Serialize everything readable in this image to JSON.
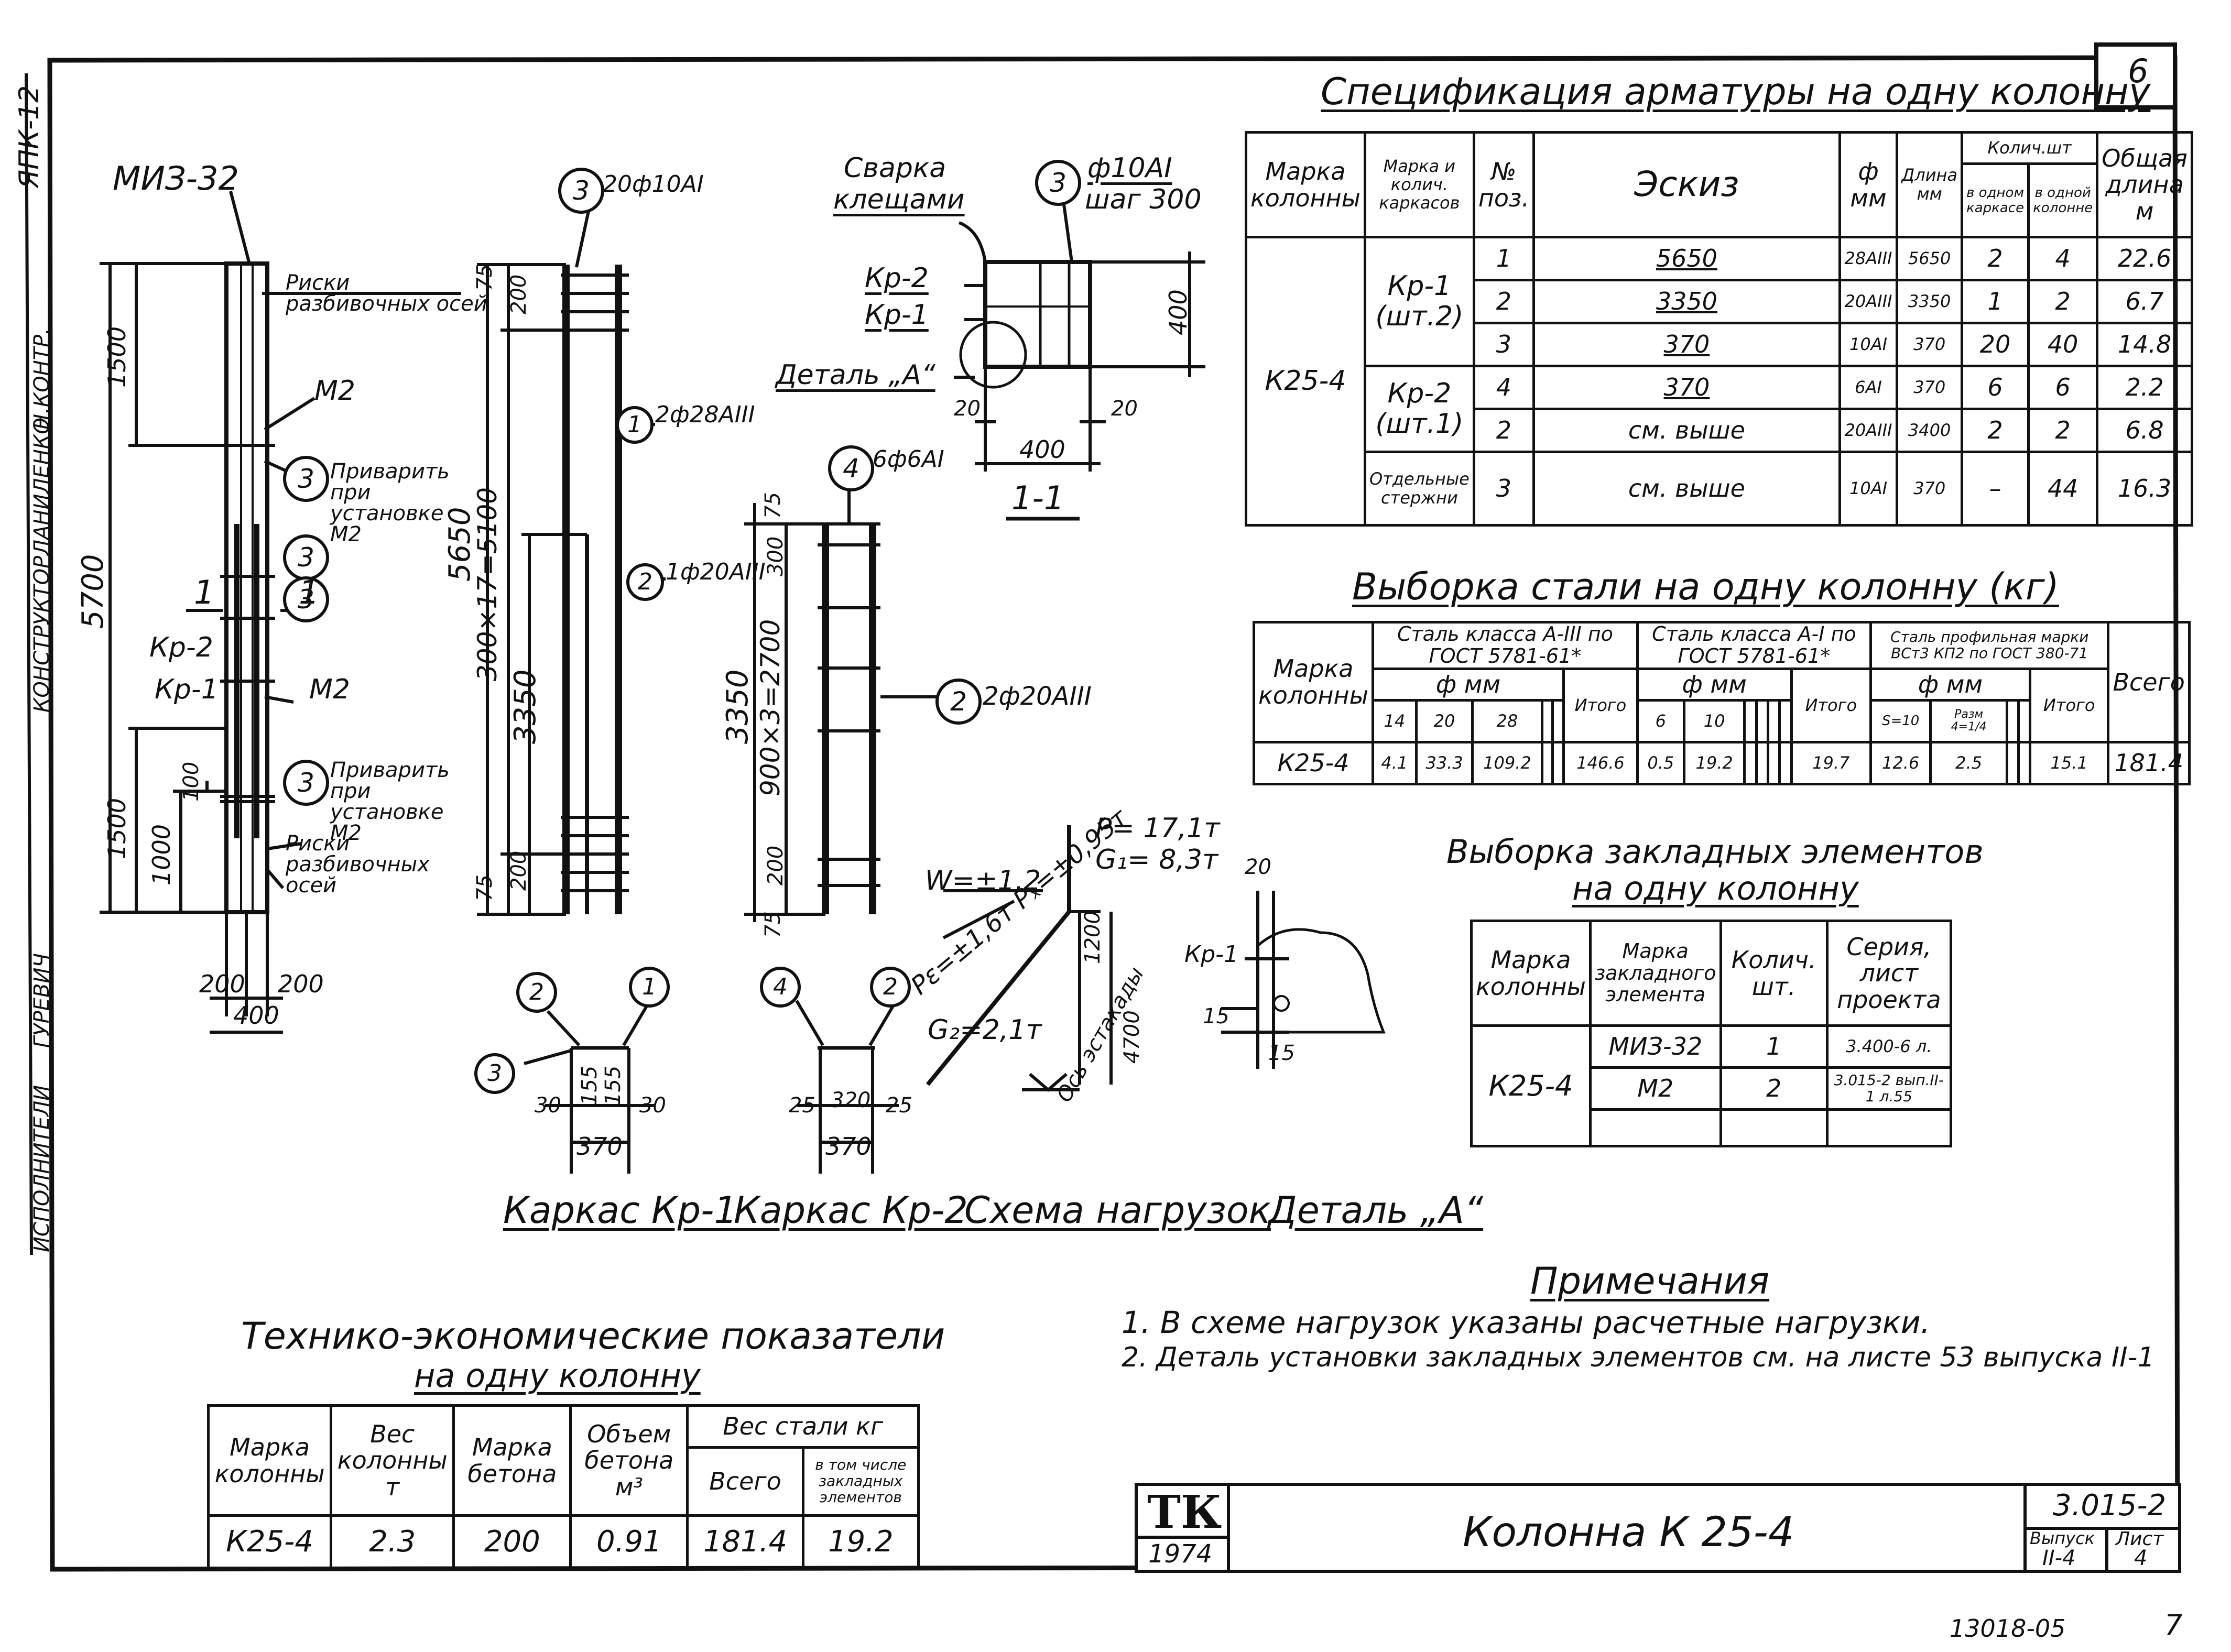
{
  "sheet_corner_no": "6",
  "side_margin": {
    "top_code": "ЯПК-12",
    "labels": [
      "ИСПОЛНИТЕЛИ",
      "ГУРЕВИЧ",
      "КОНСТРУКТОР",
      "ЛАНИЛЕНКО",
      "Н.КОНТР."
    ]
  },
  "column_elevation": {
    "top_label": "МИЗ-32",
    "risk_label_top": "Риски разбивочных осей",
    "m2_top": "М2",
    "weld_note_1": "Приварить при установке М2",
    "m2_bottom": "М2",
    "weld_note_2": "Приварить при установке М2",
    "risk_label_bottom": "Риски разбивочных осей",
    "kr2": "Кр-2",
    "kr1": "Кр-1",
    "section_mark": "1",
    "dims": {
      "total": "5700",
      "top": "1500",
      "bottom": "1500",
      "b1000": "1000",
      "b100": "100",
      "w_left": "200",
      "w_right": "200",
      "w_total": "400"
    },
    "circles": [
      "3",
      "3",
      "3",
      "3"
    ]
  },
  "frame_kr1": {
    "bar3": "20ф10АI",
    "bar1": "2ф28АIII",
    "bar2": "1ф20АIII",
    "dims": {
      "total": "5650",
      "pitch": "300×17=5100",
      "low": "3350",
      "top75": "75",
      "top200": "200",
      "bot75": "75",
      "bot200": "200"
    },
    "circles": [
      "3",
      "1",
      "2"
    ]
  },
  "frame_kr2": {
    "bar4": "6ф6АI",
    "bar2": "2ф20АIII",
    "dims": {
      "total": "3350",
      "pitch": "900×3=2700",
      "top75": "75",
      "top300": "300",
      "bot200": "200",
      "bot75": "75"
    },
    "circles": [
      "4",
      "2"
    ]
  },
  "section_1_1": {
    "weld_label_1": "Сварка",
    "weld_label_2": "клещами",
    "bar_label": "ф10АI",
    "step_label": "шаг 300",
    "kr2": "Кр-2",
    "kr1": "Кр-1",
    "detail": "Деталь „А“",
    "dims": {
      "h": "400",
      "w": "400",
      "l": "20",
      "r": "20"
    },
    "title": "1-1",
    "circle": "3"
  },
  "cross_sections": {
    "kr1": {
      "dims": [
        "30",
        "155",
        "155",
        "30"
      ],
      "total": "370",
      "circles": [
        "2",
        "1",
        "3"
      ]
    },
    "kr2": {
      "dims": [
        "25",
        "320",
        "25"
      ],
      "total": "370",
      "circles": [
        "4",
        "2"
      ]
    }
  },
  "load_scheme": {
    "P": "P= 17,1т",
    "G1": "G₁= 8,3т",
    "W": "W=±1,2",
    "Pe": "Pε=±1,6т",
    "Px": "Pₓ=±0,95т",
    "G2": "G₂=2,1т",
    "h1200": "1200",
    "axis": "Ось эстакады",
    "h4700": "4700"
  },
  "detail_a": {
    "kr1": "Кр-1",
    "d20": "20",
    "d15a": "15",
    "d15b": "15"
  },
  "bottom_titles": [
    "Каркас Кр-1",
    "Каркас Кр-2",
    "Схема нагрузок",
    "Деталь „А“"
  ],
  "rebar_spec": {
    "title": "Спецификация арматуры на одну колонну",
    "headers": {
      "mark": "Марка колонны",
      "frame": "Марка и колич. каркасов",
      "pos": "№ поз.",
      "sketch": "Эскиз",
      "dia": "ф мм",
      "len": "Длина мм",
      "qty": "Колич.шт",
      "qty_frame": "в одном каркасе",
      "qty_col": "в одной колонне",
      "total": "Общая длина м"
    },
    "col_mark": "К25-4",
    "frames": [
      "Кр-1 (шт.2)",
      "Кр-2 (шт.1)",
      "Отдельные стержни"
    ],
    "rows": [
      {
        "pos": "1",
        "sketch": "5650",
        "dia": "28АIII",
        "len": "5650",
        "qf": "2",
        "qc": "4",
        "total": "22.6"
      },
      {
        "pos": "2",
        "sketch": "3350",
        "dia": "20АIII",
        "len": "3350",
        "qf": "1",
        "qc": "2",
        "total": "6.7"
      },
      {
        "pos": "3",
        "sketch": "370",
        "dia": "10АI",
        "len": "370",
        "qf": "20",
        "qc": "40",
        "total": "14.8"
      },
      {
        "pos": "4",
        "sketch": "370",
        "dia": "6АI",
        "len": "370",
        "qf": "6",
        "qc": "6",
        "total": "2.2"
      },
      {
        "pos": "2",
        "sketch": "см. выше",
        "dia": "20АIII",
        "len": "3400",
        "qf": "2",
        "qc": "2",
        "total": "6.8"
      },
      {
        "pos": "3",
        "sketch": "см. выше",
        "dia": "10АI",
        "len": "370",
        "qf": "–",
        "qc": "44",
        "total": "16.3"
      }
    ]
  },
  "steel_sample": {
    "title": "Выборка стали на одну колонну (кг)",
    "mark_header": "Марка колонны",
    "groups": [
      "Сталь класса А-III по ГОСТ 5781-61*",
      "Сталь класса А-I по ГОСТ 5781-61*",
      "Сталь профильная марки ВСт3 КП2 по ГОСТ 380-71"
    ],
    "dia_header": "ф мм",
    "itogo": "Итого",
    "vsego": "Всего",
    "sub_a3": [
      "14",
      "20",
      "28",
      "",
      ""
    ],
    "sub_a1": [
      "6",
      "10",
      "",
      "",
      "",
      ""
    ],
    "sub_prof": [
      "S=10",
      "Разм 4=1/4",
      "",
      ""
    ],
    "row": {
      "mark": "К25-4",
      "a3": [
        "4.1",
        "33.3",
        "109.2",
        "",
        ""
      ],
      "a3_total": "146.6",
      "a1": [
        "0.5",
        "19.2",
        "",
        "",
        "",
        ""
      ],
      "a1_total": "19.7",
      "prof": [
        "12.6",
        "2.5",
        "",
        ""
      ],
      "prof_total": "15.1",
      "grand": "181.4"
    }
  },
  "embedded": {
    "title_1": "Выборка закладных элементов",
    "title_2": "на одну колонну",
    "headers": [
      "Марка колонны",
      "Марка закладного элемента",
      "Колич. шт.",
      "Серия, лист проекта"
    ],
    "col_mark": "К25-4",
    "rows": [
      {
        "el": "МИЗ-32",
        "qty": "1",
        "ref": "3.400-6 л."
      },
      {
        "el": "М2",
        "qty": "2",
        "ref": "3.015-2 вып.II-1 л.55"
      }
    ]
  },
  "notes": {
    "title": "Примечания",
    "items": [
      "1. В схеме нагрузок указаны расчетные нагрузки.",
      "2. Деталь установки закладных элементов см. на листе 53 выпуска II-1"
    ]
  },
  "indicators": {
    "title_1": "Технико-экономические показатели",
    "title_2": "на одну колонну",
    "headers": [
      "Марка колонны",
      "Вес колонны т",
      "Марка бетона",
      "Объем бетона м³",
      "Вес стали кг",
      "Всего",
      "в том числе закладных элементов"
    ],
    "row": [
      "К25-4",
      "2.3",
      "200",
      "0.91",
      "181.4",
      "19.2"
    ]
  },
  "title_block": {
    "logo": "ТК",
    "year": "1974",
    "name": "Колонна К 25-4",
    "series": "3.015-2",
    "issue_label": "Выпуск",
    "issue": "II-4",
    "sheet_label": "Лист",
    "sheet": "4"
  },
  "footer": {
    "code": "13018-05",
    "page": "7"
  }
}
